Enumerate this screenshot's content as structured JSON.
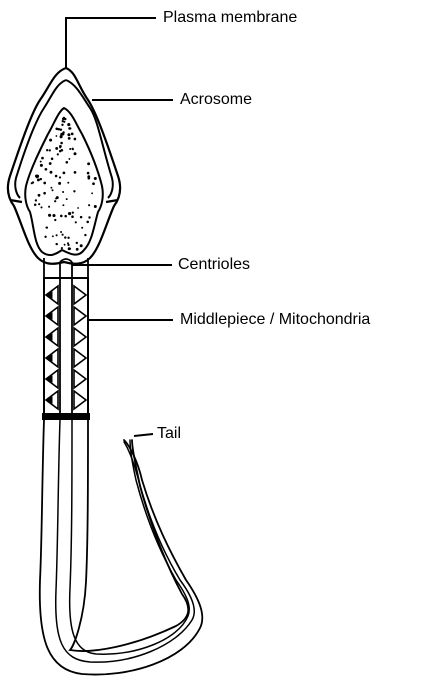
{
  "labels": {
    "plasma_membrane": "Plasma membrane",
    "acrosome": "Acrosome",
    "centrioles": "Centrioles",
    "middlepiece": "Middlepiece / Mitochondria",
    "tail": "Tail"
  },
  "colors": {
    "ink": "#000000",
    "background": "#ffffff"
  }
}
